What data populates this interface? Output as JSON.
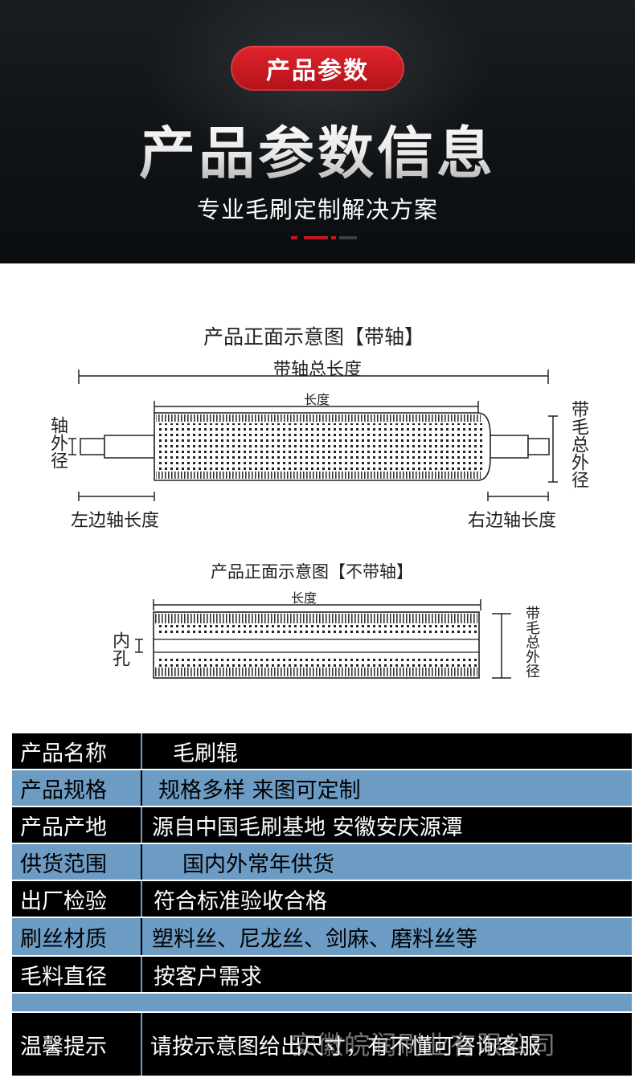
{
  "header": {
    "badge": "产品参数",
    "title": "产品参数信息",
    "subtitle": "专业毛刷定制解决方案"
  },
  "diagram1": {
    "title": "产品正面示意图【带轴】",
    "total_length_label": "带轴总长度",
    "length_label": "长度",
    "shaft_od_label": "轴外径",
    "outer_diameter_label": "带毛总外径",
    "left_shaft_label": "左边轴长度",
    "right_shaft_label": "右边轴长度"
  },
  "diagram2": {
    "title": "产品正面示意图【不带轴】",
    "length_label": "长度",
    "inner_hole_label": "内孔",
    "outer_diameter_label": "带毛总外径"
  },
  "table": {
    "rows": [
      {
        "label": "产品名称",
        "value": "毛刷辊",
        "style": "dark"
      },
      {
        "label": "产品规格",
        "value": "规格多样 来图可定制",
        "style": "blue"
      },
      {
        "label": "产品产地",
        "value": "源自中国毛刷基地 安徽安庆源潭",
        "style": "dark"
      },
      {
        "label": "供货范围",
        "value": "国内外常年供货",
        "style": "blue"
      },
      {
        "label": "出厂检验",
        "value": "符合标准验收合格",
        "style": "dark"
      },
      {
        "label": "刷丝材质",
        "value": "塑料丝、尼龙丝、剑麻、磨料丝等",
        "style": "blue"
      },
      {
        "label": "毛料直径",
        "value": "按客户需求",
        "style": "dark"
      },
      {
        "label": "温馨提示",
        "value": "请按示意图给出尺寸，有不懂可咨询客服",
        "style": "dark"
      }
    ]
  },
  "watermark": "安徽皖润刷业有限公司",
  "colors": {
    "header_bg": "#0f1316",
    "badge_red": "#c8141c",
    "table_blue": "#6c9bc4",
    "table_dark": "#000000"
  }
}
